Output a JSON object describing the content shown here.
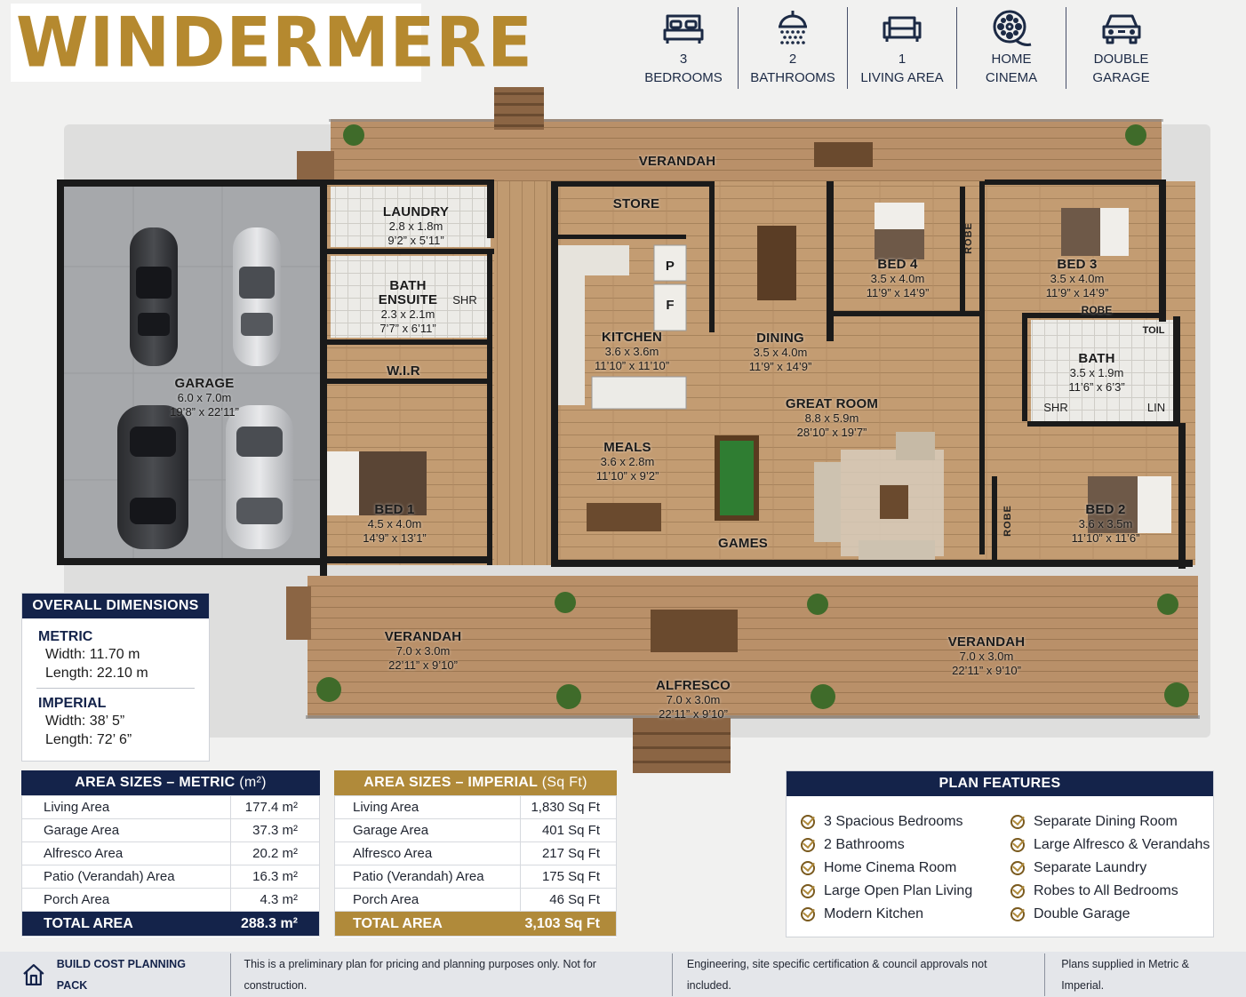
{
  "title": "WINDERMERE",
  "top_features": [
    {
      "icon": "bed-icon",
      "line1": "3",
      "line2": "BEDROOMS"
    },
    {
      "icon": "shower-icon",
      "line1": "2",
      "line2": "BATHROOMS"
    },
    {
      "icon": "sofa-icon",
      "line1": "1",
      "line2": "LIVING AREA"
    },
    {
      "icon": "film-reel-icon",
      "line1": "HOME",
      "line2": "CINEMA"
    },
    {
      "icon": "car-icon",
      "line1": "DOUBLE",
      "line2": "GARAGE"
    }
  ],
  "rooms": {
    "verandah_top": {
      "name": "VERANDAH"
    },
    "laundry": {
      "name": "LAUNDRY",
      "metric": "2.8 x 1.8m",
      "imperial": "9’2” x 5’11”"
    },
    "store": {
      "name": "STORE"
    },
    "pantry_p": "P",
    "fridge_f": "F",
    "bath_ensuite": {
      "name1": "BATH",
      "name2": "ENSUITE",
      "metric": "2.3 x 2.1m",
      "imperial": "7’7” x 6’11”"
    },
    "shr_ensuite": "SHR",
    "wir": "W.I.R",
    "garage": {
      "name": "GARAGE",
      "metric": "6.0 x 7.0m",
      "imperial": "19’8” x 22’11”"
    },
    "bed1": {
      "name": "BED 1",
      "metric": "4.5 x 4.0m",
      "imperial": "14’9” x 13’1”"
    },
    "kitchen": {
      "name": "KITCHEN",
      "metric": "3.6 x 3.6m",
      "imperial": "11’10” x 11’10”"
    },
    "dining": {
      "name": "DINING",
      "metric": "3.5 x 4.0m",
      "imperial": "11’9” x 14’9”"
    },
    "bed4": {
      "name": "BED 4",
      "metric": "3.5 x 4.0m",
      "imperial": "11’9” x 14’9”"
    },
    "bed3": {
      "name": "BED 3",
      "metric": "3.5 x 4.0m",
      "imperial": "11’9” x 14’9”"
    },
    "robe_bed4": "ROBE",
    "robe_bed3": "ROBE",
    "robe_bed2": "ROBE",
    "bath": {
      "name": "BATH",
      "metric": "3.5 x 1.9m",
      "imperial": "11’6” x 6’3”"
    },
    "toilet": "TOIL",
    "shr_bath": "SHR",
    "lin": "LIN",
    "great_room": {
      "name": "GREAT ROOM",
      "metric": "8.8 x 5.9m",
      "imperial": "28’10” x 19’7”"
    },
    "meals": {
      "name": "MEALS",
      "metric": "3.6 x 2.8m",
      "imperial": "11’10” x 9’2”"
    },
    "games": {
      "name": "GAMES"
    },
    "bed2": {
      "name": "BED 2",
      "metric": "3.6 x 3.5m",
      "imperial": "11’10” x 11’6”"
    },
    "verandah_left": {
      "name": "VERANDAH",
      "metric": "7.0 x 3.0m",
      "imperial": "22’11” x 9’10”"
    },
    "alfresco": {
      "name": "ALFRESCO",
      "metric": "7.0 x 3.0m",
      "imperial": "22’11” x 9’10”"
    },
    "verandah_right": {
      "name": "VERANDAH",
      "metric": "7.0 x 3.0m",
      "imperial": "22’11” x 9’10”"
    }
  },
  "overall_dimensions": {
    "header": "OVERALL DIMENSIONS",
    "metric_label": "METRIC",
    "metric_width": "Width:  11.70 m",
    "metric_length": "Length:  22.10 m",
    "imperial_label": "IMPERIAL",
    "imperial_width": "Width:  38’ 5”",
    "imperial_length": "Length:  72’ 6”"
  },
  "area_metric": {
    "header_bold": "AREA SIZES – METRIC",
    "header_unit": "(m²)",
    "rows": [
      {
        "label": "Living Area",
        "value": "177.4 m²"
      },
      {
        "label": "Garage Area",
        "value": "37.3 m²"
      },
      {
        "label": "Alfresco Area",
        "value": "20.2 m²"
      },
      {
        "label": "Patio (Verandah) Area",
        "value": "16.3 m²"
      },
      {
        "label": "Porch Area",
        "value": "4.3 m²"
      }
    ],
    "total_label": "TOTAL AREA",
    "total_value": "288.3 m²"
  },
  "area_imperial": {
    "header_bold": "AREA SIZES – IMPERIAL",
    "header_unit": "(Sq Ft)",
    "rows": [
      {
        "label": "Living Area",
        "value": "1,830 Sq Ft"
      },
      {
        "label": "Garage Area",
        "value": "401 Sq Ft"
      },
      {
        "label": "Alfresco Area",
        "value": "217 Sq Ft"
      },
      {
        "label": "Patio (Verandah) Area",
        "value": "175 Sq Ft"
      },
      {
        "label": "Porch Area",
        "value": "46 Sq Ft"
      }
    ],
    "total_label": "TOTAL AREA",
    "total_value": "3,103 Sq Ft"
  },
  "plan_features": {
    "header": "PLAN FEATURES",
    "left": [
      "3 Spacious Bedrooms",
      "2 Bathrooms",
      "Home Cinema Room",
      "Large Open Plan Living",
      "Modern Kitchen"
    ],
    "right": [
      "Separate Dining Room",
      "Large Alfresco & Verandahs",
      "Separate Laundry",
      "Robes to All Bedrooms",
      "Double Garage"
    ]
  },
  "footer": {
    "brand": "BUILD COST PLANNING PACK",
    "note1": "This is a preliminary plan for pricing and planning purposes only. Not for construction.",
    "note2": "Engineering, site specific certification & council approvals not included.",
    "note3": "Plans supplied in Metric & Imperial."
  },
  "colors": {
    "navy": "#14234a",
    "gold": "#b08a3a",
    "floor": "#c19a70",
    "garage_floor": "#a9abae"
  }
}
